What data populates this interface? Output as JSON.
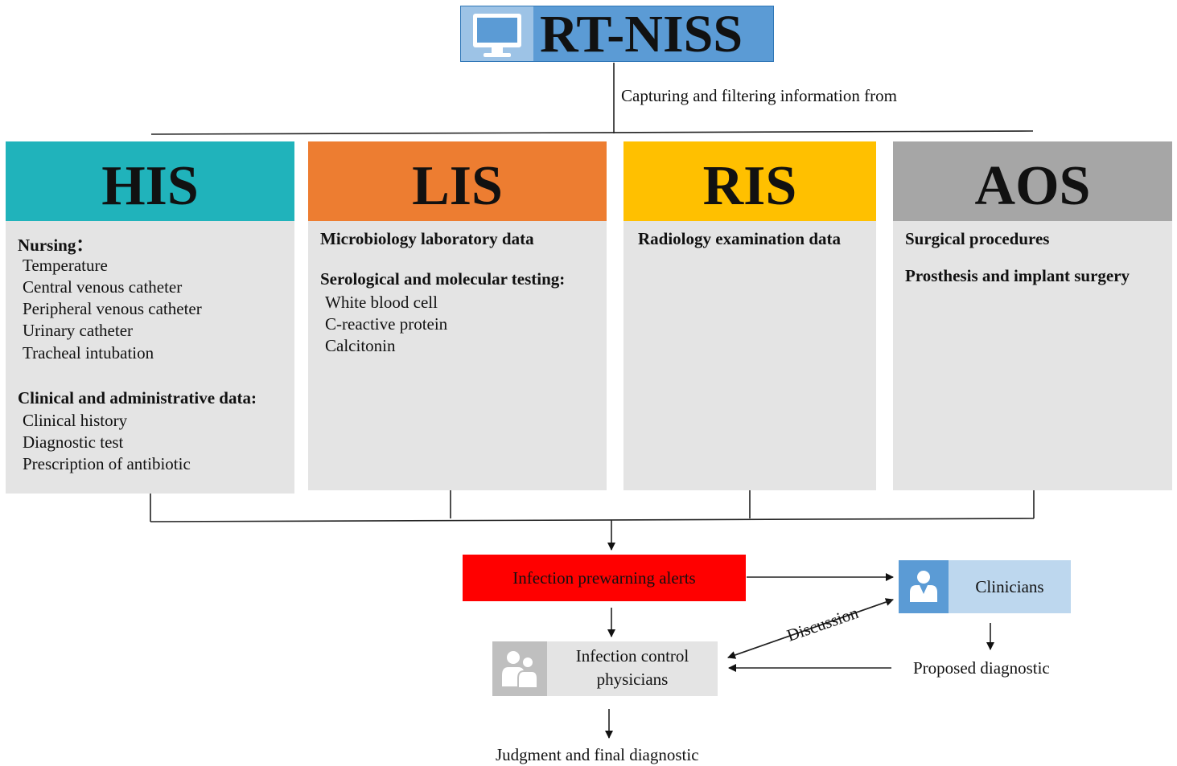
{
  "title": "RT-NISS",
  "caption": "Capturing and filtering information from",
  "colors": {
    "title_bg": "#5b9bd5",
    "his": "#20b3bb",
    "lis": "#ed7d31",
    "ris": "#ffc000",
    "aos": "#a6a6a6",
    "body_bg": "#e4e4e4",
    "alert": "#ff0000",
    "clinicians": "#bdd7ee"
  },
  "systems": {
    "his": {
      "name": "HIS",
      "nursing_header": "Nursing：",
      "nursing_items": [
        "Temperature",
        "Central venous catheter",
        "Peripheral venous catheter",
        "Urinary catheter",
        "Tracheal intubation"
      ],
      "clinical_header": "Clinical and administrative data:",
      "clinical_items": [
        "Clinical history",
        "Diagnostic test",
        "Prescription of antibiotic"
      ]
    },
    "lis": {
      "name": "LIS",
      "micro": "Microbiology laboratory data",
      "sero_header": "Serological and molecular testing:",
      "sero_items": [
        "White blood cell",
        "C-reactive protein",
        "Calcitonin"
      ]
    },
    "ris": {
      "name": "RIS",
      "item": "Radiology examination data"
    },
    "aos": {
      "name": "AOS",
      "items": [
        "Surgical procedures",
        "Prosthesis and implant surgery"
      ]
    }
  },
  "flow": {
    "alerts": "Infection prewarning alerts",
    "clinicians": "Clinicians",
    "icp_line1": "Infection control",
    "icp_line2": "physicians",
    "discussion": "Discussion",
    "proposed": "Proposed diagnostic",
    "final": "Judgment and final diagnostic"
  },
  "icons": {
    "title": "monitor-icon",
    "clinicians": "person-icon",
    "icp": "group-icon"
  }
}
